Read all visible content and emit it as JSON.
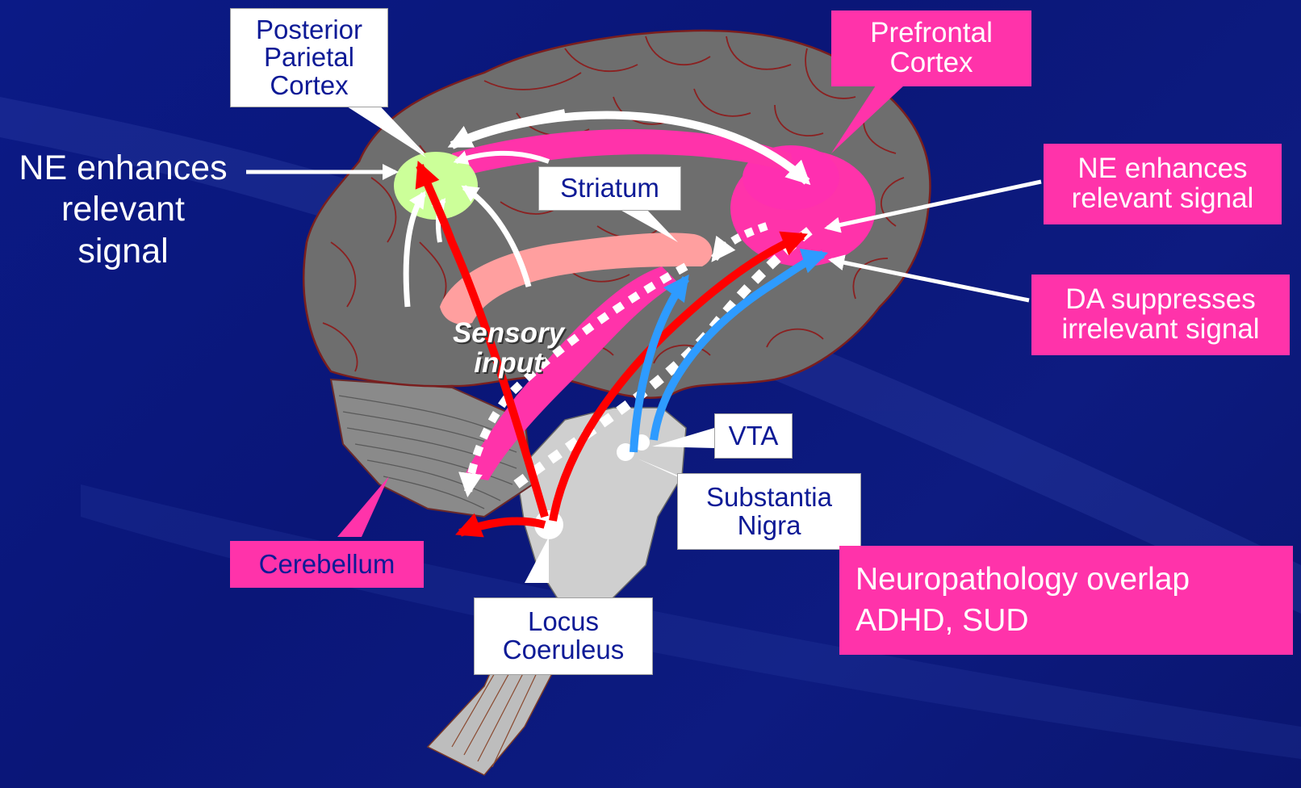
{
  "labels": {
    "posterior_parietal": [
      "Posterior",
      "Parietal",
      "Cortex"
    ],
    "prefrontal": [
      "Prefrontal",
      "Cortex"
    ],
    "ne_left": [
      "NE enhances",
      "relevant",
      "signal"
    ],
    "striatum": [
      "Striatum"
    ],
    "ne_right": [
      "NE enhances",
      "relevant signal"
    ],
    "da_suppresses": [
      "DA suppresses",
      "irrelevant signal"
    ],
    "sensory_input": [
      "Sensory",
      "input"
    ],
    "vta": [
      "VTA"
    ],
    "substantia_nigra": [
      "Substantia",
      "Nigra"
    ],
    "cerebellum": [
      "Cerebellum"
    ],
    "locus_coeruleus": [
      "Locus",
      "Coeruleus"
    ],
    "neuropathology": [
      "Neuropathology overlap",
      "ADHD, SUD"
    ]
  },
  "colors": {
    "background": "#0b1a86",
    "brain": "#6e6e6e",
    "cerebellum": "#8a8a8a",
    "brainstem": "#cfcfcf",
    "pink_accent": "#ff33aa",
    "striatum_fill": "#ff9f9f",
    "parietal_fill": "#ccff99",
    "ne_pathway": "#ff0000",
    "da_pathway": "#3399ff",
    "label_text": "#0d1a96"
  }
}
